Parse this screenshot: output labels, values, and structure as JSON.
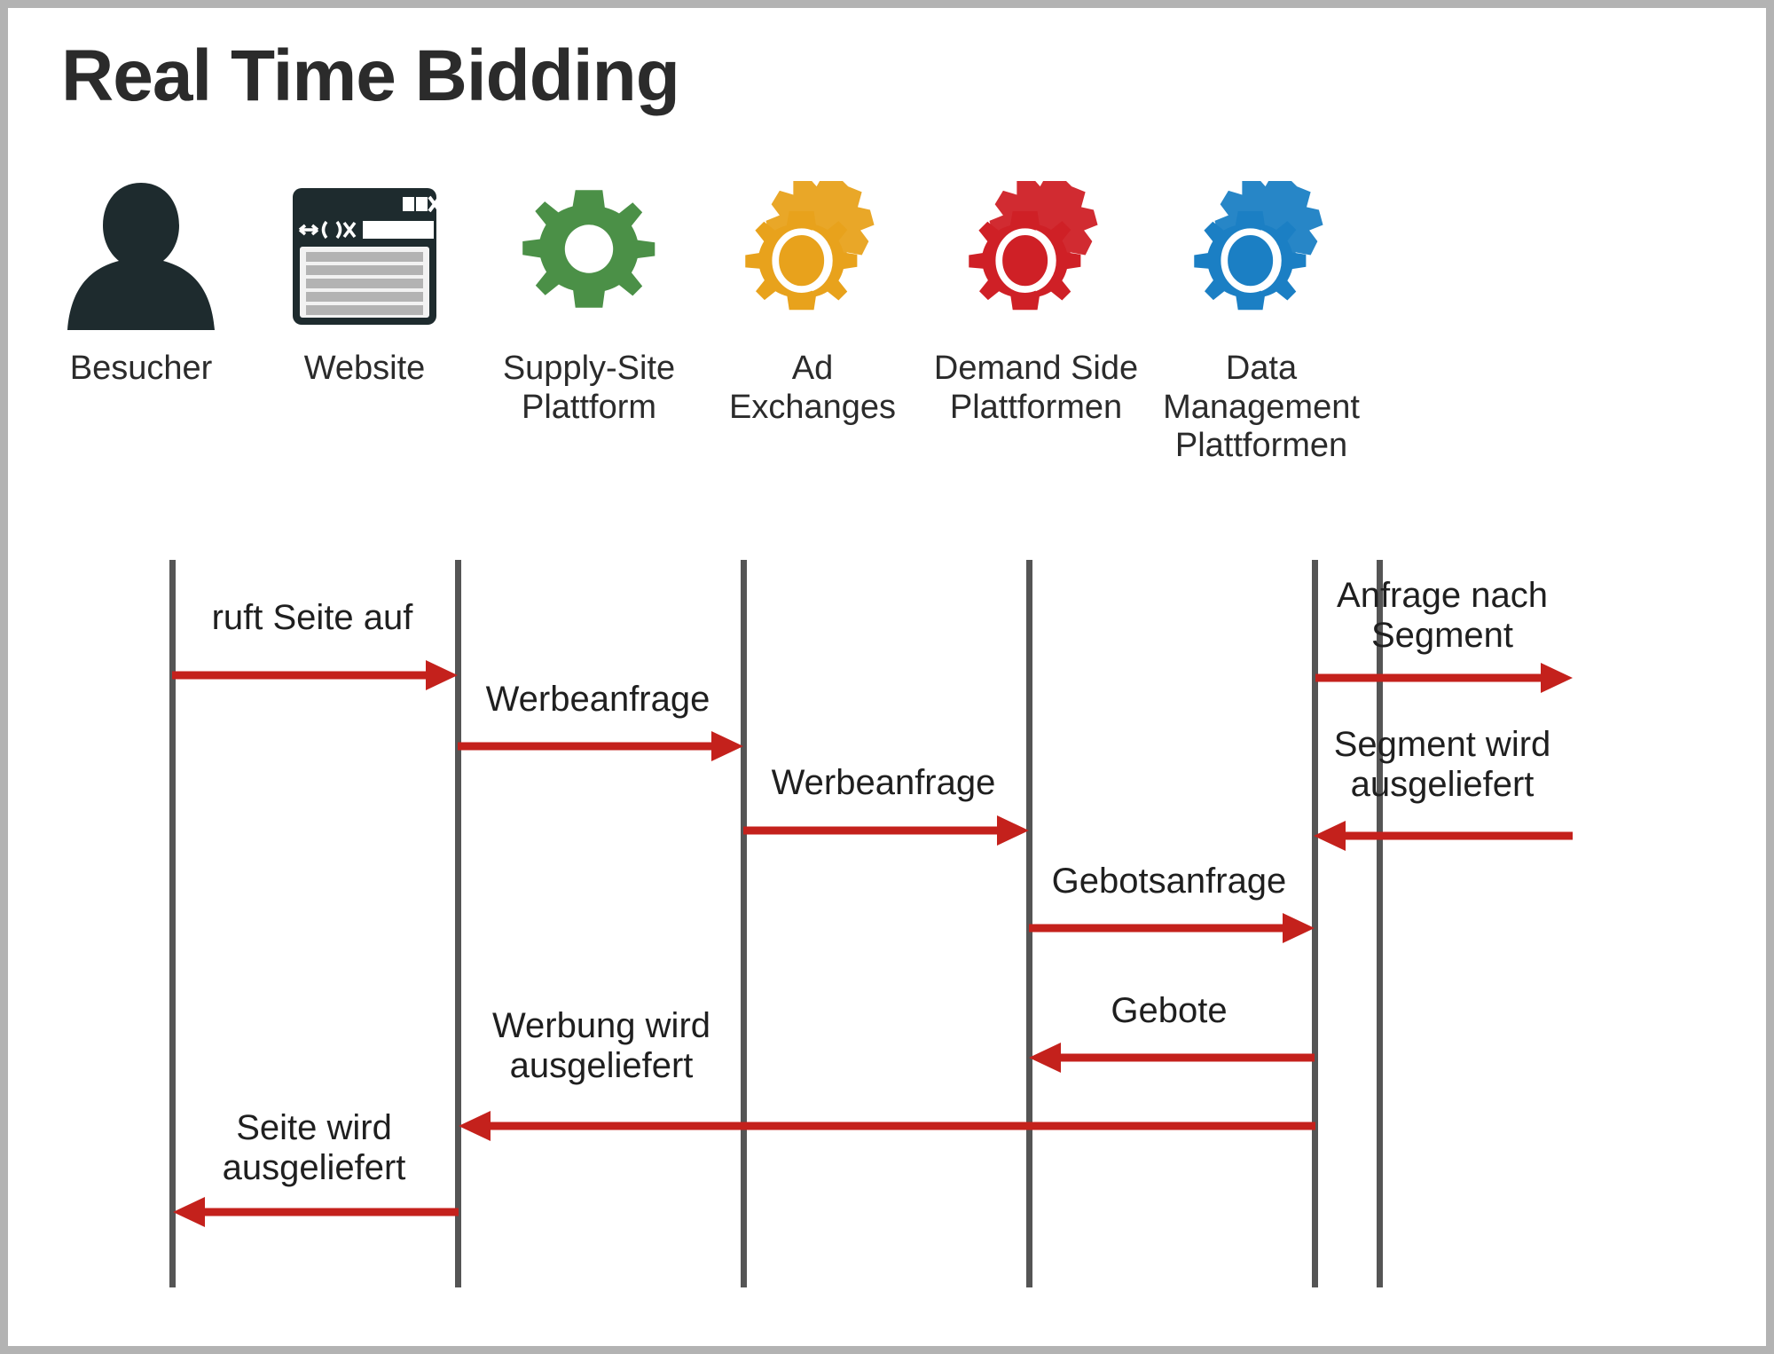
{
  "diagram": {
    "title": "Real Time Bidding",
    "type": "sequence-diagram",
    "colors": {
      "frame_border": "#b3b3b3",
      "background": "#ffffff",
      "title_text": "#2b2b2b",
      "lifeline": "#555555",
      "arrow": "#c4211c",
      "icon_visitor": "#1e2b2e",
      "icon_website": "#1e2b2e",
      "icon_ssp": "#4b9047",
      "icon_adx": "#e8a21c",
      "icon_dsp": "#cf2026",
      "icon_dmp": "#1b7fc4"
    },
    "actors": [
      {
        "id": "besucher",
        "label": "Besucher",
        "icon": "person-silhouette-icon"
      },
      {
        "id": "website",
        "label": "Website",
        "icon": "browser-window-icon"
      },
      {
        "id": "ssp",
        "label": "Supply-Site\nPlattform",
        "icon": "single-gear-icon"
      },
      {
        "id": "adx",
        "label": "Ad\nExchanges",
        "icon": "multi-gear-icon"
      },
      {
        "id": "dsp",
        "label": "Demand Side\nPlattformen",
        "icon": "multi-gear-icon"
      },
      {
        "id": "dmp",
        "label": "Data\nManagement\nPlattformen",
        "icon": "multi-gear-icon"
      }
    ],
    "messages": [
      {
        "id": "m1",
        "label": "ruft Seite auf",
        "from": "besucher",
        "to": "website",
        "direction": "right"
      },
      {
        "id": "m2",
        "label": "Werbeanfrage",
        "from": "website",
        "to": "ssp",
        "direction": "right"
      },
      {
        "id": "m3",
        "label": "Werbeanfrage",
        "from": "ssp",
        "to": "adx",
        "direction": "right"
      },
      {
        "id": "m4",
        "label": "Anfrage nach\nSegment",
        "from": "dsp",
        "to": "dmp",
        "direction": "right"
      },
      {
        "id": "m5",
        "label": "Segment wird\nausgeliefert",
        "from": "dmp",
        "to": "dsp",
        "direction": "left"
      },
      {
        "id": "m6",
        "label": "Gebotsanfrage",
        "from": "adx",
        "to": "dsp",
        "direction": "right"
      },
      {
        "id": "m7",
        "label": "Gebote",
        "from": "dsp",
        "to": "adx",
        "direction": "left"
      },
      {
        "id": "m8",
        "label": "Werbung wird\nausgeliefert",
        "from": "dsp",
        "to": "website",
        "direction": "left"
      },
      {
        "id": "m9",
        "label": "Seite wird\nausgeliefert",
        "from": "website",
        "to": "besucher",
        "direction": "left"
      }
    ]
  }
}
